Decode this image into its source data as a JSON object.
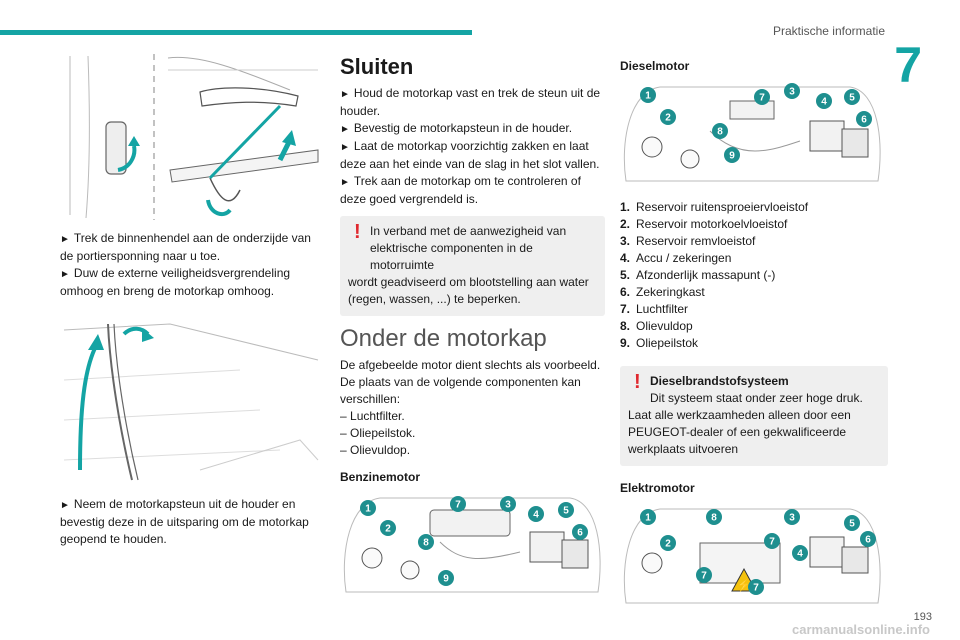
{
  "header": {
    "section_title": "Praktische informatie",
    "chapter_number": "7",
    "page_number": "193",
    "watermark": "carmanualsonline.info"
  },
  "colors": {
    "accent": "#14a4a4",
    "warning": "#e0282e",
    "note_bg": "#efefef",
    "callout": "#1e8f8f"
  },
  "column1": {
    "paragraph1": [
      "Trek de binnenhendel aan de onderzijde van de portiersponning naar u toe.",
      "Duw de externe veiligheidsvergrendeling omhoog en breng de motorkap omhoog."
    ],
    "paragraph2": [
      "Neem de motorkapsteun uit de houder en bevestig deze in de uitsparing om de motorkap geopend te houden."
    ]
  },
  "column2": {
    "heading_close": "Sluiten",
    "close_steps": [
      "Houd de motorkap vast en trek de steun uit de houder.",
      "Bevestig de motorkapsteun in de houder.",
      "Laat de motorkap voorzichtig zakken en laat deze aan het einde van de slag in het slot vallen.",
      "Trek aan de motorkap om te controleren of deze goed vergrendeld is."
    ],
    "note_first": "In verband met de aanwezigheid van elektrische componenten in de motorruimte",
    "note_rest": "wordt geadviseerd om blootstelling aan water (regen, wassen, ...) te beperken.",
    "heading_under": "Onder de motorkap",
    "intro": "De afgebeelde motor dient slechts als voorbeeld. De plaats van de volgende componenten kan verschillen:",
    "dash_items": [
      "Luchtfilter.",
      "Oliepeilstok.",
      "Olievuldop."
    ],
    "sub_petrol": "Benzinemotor"
  },
  "column3": {
    "sub_diesel": "Dieselmotor",
    "components": [
      {
        "num": "1.",
        "label": "Reservoir ruitensproeiervloeistof"
      },
      {
        "num": "2.",
        "label": "Reservoir motorkoelvloeistof"
      },
      {
        "num": "3.",
        "label": "Reservoir remvloeistof"
      },
      {
        "num": "4.",
        "label": "Accu / zekeringen"
      },
      {
        "num": "5.",
        "label": "Afzonderlijk massapunt (-)"
      },
      {
        "num": "6.",
        "label": "Zekeringkast"
      },
      {
        "num": "7.",
        "label": "Luchtfilter"
      },
      {
        "num": "8.",
        "label": "Olievuldop"
      },
      {
        "num": "9.",
        "label": "Oliepeilstok"
      }
    ],
    "note_title": "Dieselbrandstofsysteem",
    "note_first": "Dit systeem staat onder zeer hoge druk.",
    "note_rest": "Laat alle werkzaamheden alleen door een PEUGEOT-dealer of een gekwalificeerde werkplaats uitvoeren",
    "sub_electric": "Elektromotor"
  },
  "callouts": {
    "petrol": [
      "1",
      "2",
      "7",
      "3",
      "4",
      "5",
      "6",
      "8",
      "9"
    ],
    "diesel": [
      "1",
      "2",
      "7",
      "3",
      "4",
      "5",
      "6",
      "8",
      "9"
    ],
    "electric": [
      "1",
      "2",
      "8",
      "3",
      "5",
      "7",
      "4",
      "6",
      "7",
      "7"
    ]
  }
}
